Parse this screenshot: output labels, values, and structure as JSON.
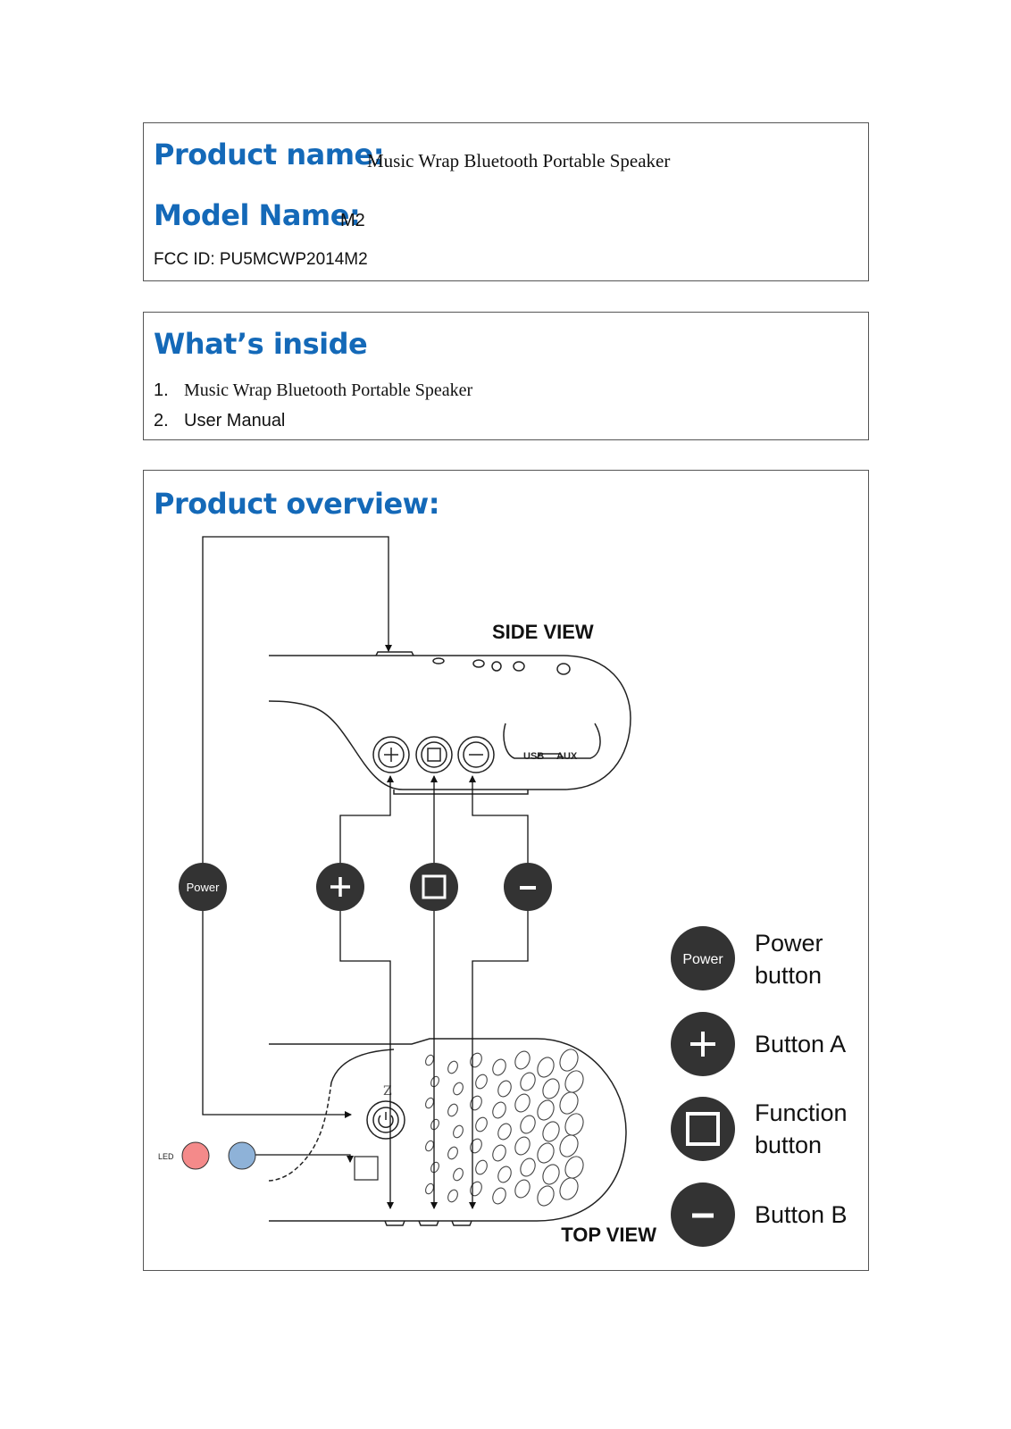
{
  "product": {
    "name_label": "Product name:",
    "name_value": "Music Wrap Bluetooth Portable Speaker",
    "model_label": "Model Name:",
    "model_value": "M2",
    "fcc": "FCC ID: PU5MCWP2014M2"
  },
  "inside": {
    "title": "What’s inside",
    "items": [
      {
        "num": "1.",
        "text": "Music Wrap Bluetooth Portable Speaker"
      },
      {
        "num": "2.",
        "text": "User Manual"
      }
    ]
  },
  "overview": {
    "title": "Product overview:",
    "side_view": "SIDE VIEW",
    "top_view": "TOP VIEW",
    "port_usb": "USB",
    "port_aux": "AUX",
    "led_label": "LED",
    "power_badge": "Power",
    "legend": [
      {
        "icon": "power-icon",
        "line1": "Power",
        "line2": "button"
      },
      {
        "icon": "plus-icon",
        "line1": "Button A",
        "line2": ""
      },
      {
        "icon": "square-icon",
        "line1": "Function",
        "line2": "button"
      },
      {
        "icon": "minus-icon",
        "line1": "Button B",
        "line2": ""
      }
    ],
    "colors": {
      "led_red": "#f48a8a",
      "led_blue": "#8eb2d8",
      "badge": "#333333"
    }
  }
}
